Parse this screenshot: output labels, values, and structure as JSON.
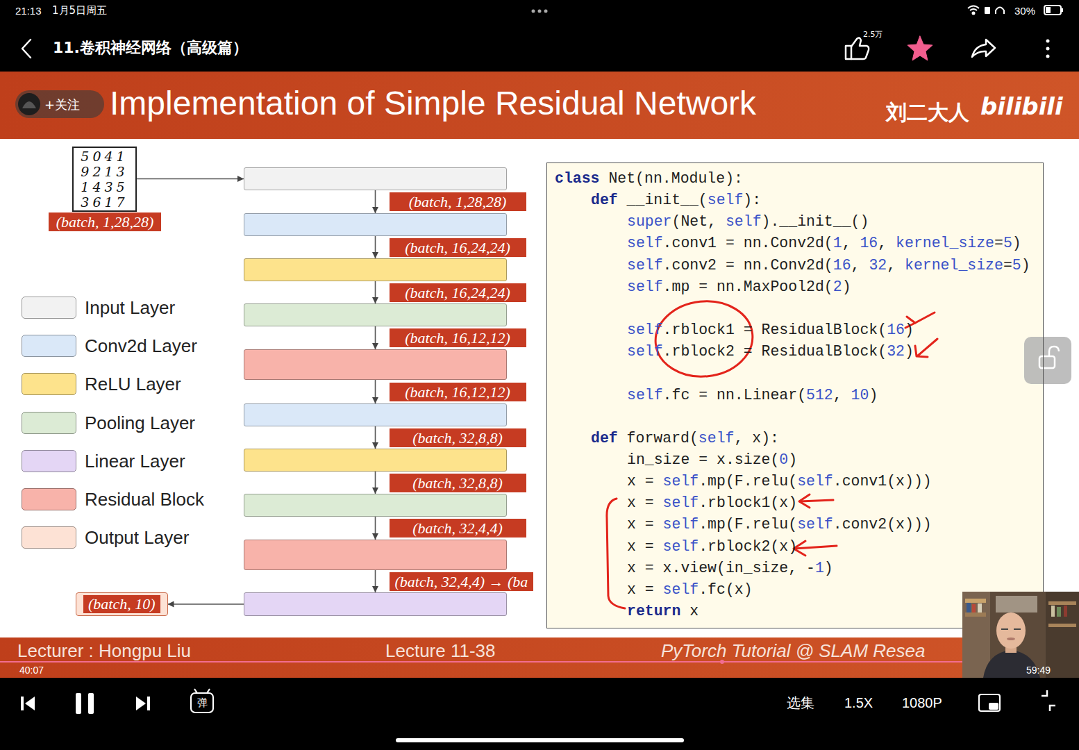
{
  "diagram": {
    "title": "Implementation of Simple Residual Network",
    "nodes": [
      {
        "text": [
          "5041",
          "9213",
          "1435",
          "3617"
        ]
      },
      {
        "text": []
      },
      {
        "text": []
      },
      {
        "text": []
      },
      {
        "text": []
      },
      {
        "text": []
      },
      {
        "text": []
      },
      {
        "text": []
      },
      {
        "text": []
      },
      {
        "text": []
      },
      {
        "text": []
      },
      {
        "text": [
          "(batch, 10)"
        ]
      },
      {
        "text": [
          "class Net(nn.Module):",
          "def __init__(self):",
          "super(Net, self).__init__()",
          "self.conv1 = nn.Conv2d(1, 16, kernel_size=5)",
          "self.conv2 = nn.Conv2d(16, 32, kernel_size=5)",
          "self.mp = nn.MaxPool2d(2)",
          "self.rblock1 = ResidualBlock(16)",
          "self.rblock2 = ResidualBlock(32)",
          "self.fc = nn.Linear(512, 10)",
          "def forward(self, x):",
          "in_size = x.size(0)",
          "x = self.mp(F.relu(self.conv1(x)))",
          "x = self.rblock1(x)",
          "x = self.mp(F.relu(self.conv2(x)))",
          "x = self.rblock2(x)",
          "x = x.view(in_size, -1)",
          "x = self.fc(x)",
          "return x"
        ]
      }
    ],
    "edges": [
      {
        "from": 0,
        "to": 1,
        "arrow": "to"
      },
      {
        "from": 1,
        "to": 2,
        "arrow": "to",
        "label": "(batch, 1,28,28)"
      },
      {
        "from": 2,
        "to": 3,
        "arrow": "to",
        "label": "(batch, 16,24,24)"
      },
      {
        "from": 3,
        "to": 4,
        "arrow": "to",
        "label": "(batch, 16,24,24)"
      },
      {
        "from": 4,
        "to": 5,
        "arrow": "to",
        "label": "(batch, 16,12,12)"
      },
      {
        "from": 5,
        "to": 6,
        "arrow": "to",
        "label": "(batch, 16,12,12)"
      },
      {
        "from": 6,
        "to": 7,
        "arrow": "to",
        "label": "(batch, 32,8,8)"
      },
      {
        "from": 7,
        "to": 8,
        "arrow": "to",
        "label": "(batch, 32,8,8)"
      },
      {
        "from": 8,
        "to": 9,
        "arrow": "to",
        "label": "(batch, 32,4,4)"
      },
      {
        "from": 9,
        "to": 10,
        "arrow": "to",
        "label": "(batch, 32,4,4) → (ba"
      },
      {
        "from": 10,
        "to": 11,
        "arrow": "to"
      }
    ],
    "labels": [
      "21:13",
      "1月5日周五",
      "30%",
      "11.卷积神经网络（高级篇）",
      "2.5万",
      "+关注",
      "刘二大人",
      "bilibili",
      "(batch, 1,28,28)",
      "Lecturer : Hongpu Liu",
      "Lecture 11-38",
      "PyTorch Tutorial @ SLAM Resea",
      "40:07",
      "59:49",
      "弹",
      "选集",
      "1.5X",
      "1080P"
    ],
    "legend": [
      {
        "text": "Input Layer",
        "color": "#f2f2f2"
      },
      {
        "text": "Conv2d Layer",
        "color": "#dae8f8"
      },
      {
        "text": "ReLU Layer",
        "color": "#fde38c"
      },
      {
        "text": "Pooling Layer",
        "color": "#dcebd5"
      },
      {
        "text": "Linear Layer",
        "color": "#e4d6f5"
      },
      {
        "text": "Residual Block",
        "color": "#f8b3aa"
      },
      {
        "text": "Output Layer",
        "color": "#fde2d5"
      }
    ]
  }
}
